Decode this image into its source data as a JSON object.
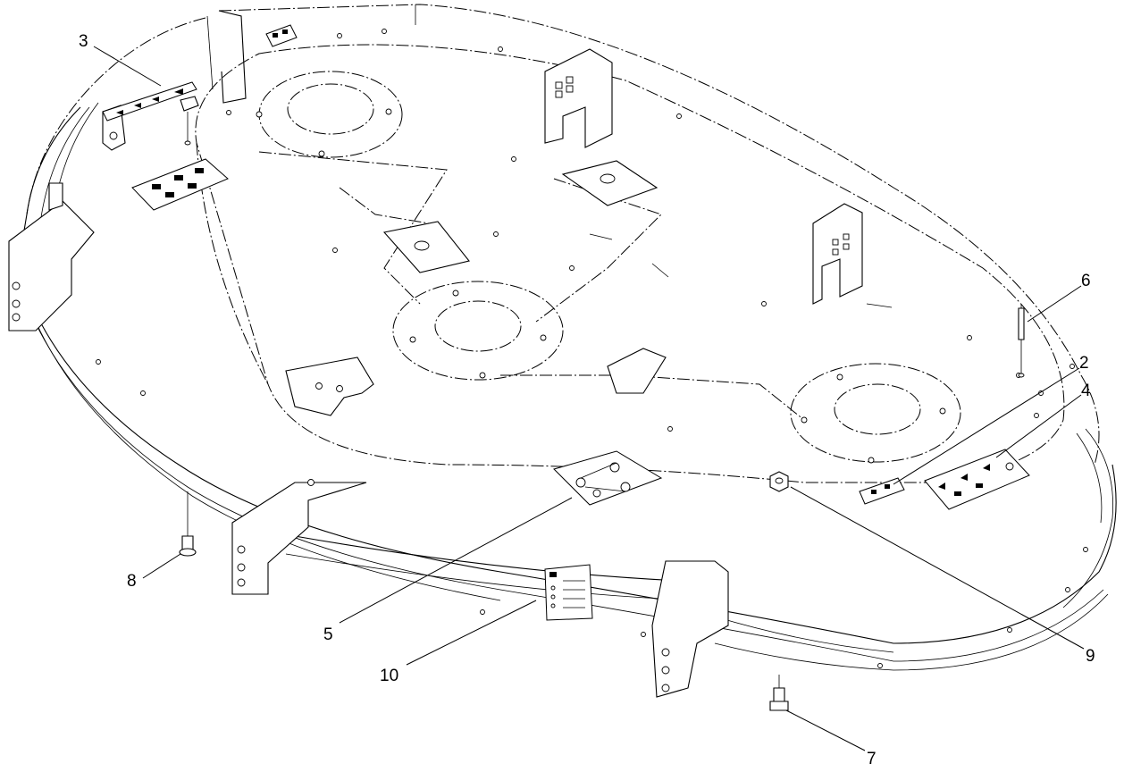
{
  "callouts": {
    "c2": "2",
    "c3": "3",
    "c4": "4",
    "c5": "5",
    "c6": "6",
    "c7": "7",
    "c8": "8",
    "c9": "9",
    "c10": "10"
  }
}
